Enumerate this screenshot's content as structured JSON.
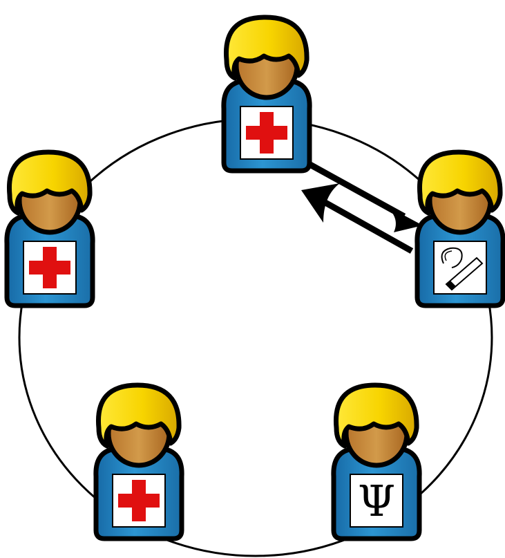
{
  "diagram": {
    "people": [
      {
        "id": "top",
        "badge": "red-cross"
      },
      {
        "id": "upper-left",
        "badge": "red-cross"
      },
      {
        "id": "right",
        "badge": "smoking-question"
      },
      {
        "id": "lower-left",
        "badge": "red-cross"
      },
      {
        "id": "lower-right",
        "badge": "psi",
        "badge_text": "Ψ"
      }
    ],
    "arrows": [
      {
        "from": "top",
        "to": "right"
      },
      {
        "from": "right",
        "to": "top"
      }
    ],
    "colors": {
      "hair": "#f5d000",
      "skin": "#c98838",
      "shirt": "#1e7fc0",
      "outline": "#000000",
      "cross": "#e01010",
      "ring": "#000000"
    }
  }
}
